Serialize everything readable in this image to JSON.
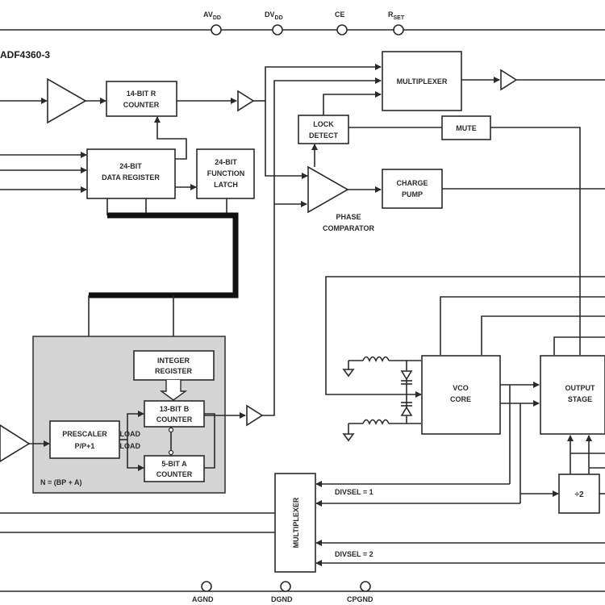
{
  "chip_name": "ADF4360-3",
  "pins_top": [
    {
      "id": "avdd",
      "base": "AV",
      "sub": "DD"
    },
    {
      "id": "dvdd",
      "base": "DV",
      "sub": "DD"
    },
    {
      "id": "ce",
      "base": "CE",
      "sub": ""
    },
    {
      "id": "rset",
      "base": "R",
      "sub": "SET"
    }
  ],
  "pins_bottom": [
    {
      "id": "agnd",
      "label": "AGND"
    },
    {
      "id": "dgnd",
      "label": "DGND"
    },
    {
      "id": "cpgnd",
      "label": "CPGND"
    }
  ],
  "blocks": {
    "r_counter": [
      "14-BIT R",
      "COUNTER"
    ],
    "data_register": [
      "24-BIT",
      "DATA REGISTER"
    ],
    "function_latch": [
      "24-BIT",
      "FUNCTION",
      "LATCH"
    ],
    "multiplexer_top": [
      "MULTIPLEXER"
    ],
    "lock_detect": [
      "LOCK",
      "DETECT"
    ],
    "mute": [
      "MUTE"
    ],
    "charge_pump": [
      "CHARGE",
      "PUMP"
    ],
    "phase_comparator": [
      "PHASE",
      "COMPARATOR"
    ],
    "integer_register": [
      "INTEGER",
      "REGISTER"
    ],
    "b_counter": [
      "13-BIT B",
      "COUNTER"
    ],
    "a_counter": [
      "5-BIT A",
      "COUNTER"
    ],
    "prescaler": [
      "PRESCALER",
      "P/P+1"
    ],
    "vco_core": [
      "VCO",
      "CORE"
    ],
    "output_stage": [
      "OUTPUT",
      "STAGE"
    ],
    "divide_by_two": [
      "÷2"
    ],
    "multiplexer_bottom": [
      "MULTIPLEXER"
    ]
  },
  "signals": {
    "load1": "LOAD",
    "load2": "LOAD",
    "n_formula": "N = (BP + A)",
    "divsel1": "DIVSEL = 1",
    "divsel2": "DIVSEL = 2"
  }
}
